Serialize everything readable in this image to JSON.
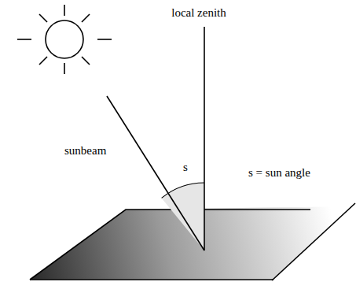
{
  "diagram": {
    "labels": [
      "local zenith",
      "sunbeam",
      "s",
      "s = sun angle"
    ]
  }
}
